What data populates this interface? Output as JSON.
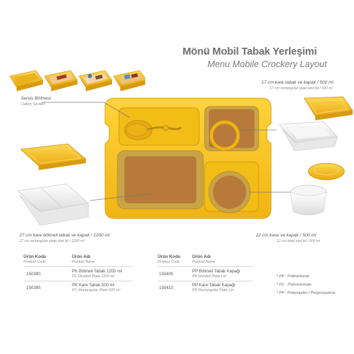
{
  "header": {
    "title_tr": "Mönü Mobil Tabak Yerleşimi",
    "title_en": "Menu Mobile Crockery Layout"
  },
  "labels": {
    "cutlery": {
      "tr": "Servis Bölmesi",
      "en": "Cutlery Section"
    },
    "plate17": {
      "tr": "17 cm kare tabak ve kapak / 500 ml",
      "en": "17 cm rectangular plate and lid / 500 ml"
    },
    "plate27": {
      "tr": "27 cm kare bölmeli tabak ve kapak / 1200 ml",
      "en": "27 cm rectangular plate and lid / 1200 ml"
    },
    "bowl12": {
      "tr": "12 cm kase ve kapak / 500 ml",
      "en": "12 cm bowl and lid / 500 ml"
    }
  },
  "table": {
    "left": {
      "headers": {
        "code_tr": "Ürün Kodu",
        "code_en": "Product Code",
        "name_tr": "Ürün Adı",
        "name_en": "Product Name"
      },
      "rows": [
        {
          "code": "150390",
          "name": "PK Bölmeli Tabak 1200 ml",
          "name_en": "PC Divided Plate 1200 ml"
        },
        {
          "code": "150395",
          "name": "PK Kare Tabak 500 ml",
          "name_en": "PC Rectangular Plate 500 ml"
        }
      ]
    },
    "right": {
      "headers": {
        "code_tr": "Ürün Kodu",
        "code_en": "Product Code",
        "name_tr": "Ürün Adı",
        "name_en": "Product Name"
      },
      "rows": [
        {
          "code": "150405",
          "name": "PP Bölmeli Tabak Kapağı",
          "name_en": "PP Divided Plate Lid"
        },
        {
          "code": "150410",
          "name": "PP Kare Tabak Kapağı",
          "name_en": "PP Rectangular Plate Lid"
        }
      ]
    },
    "materials": [
      "* PK : Polikarbonat",
      "* PC : Policarbonate",
      "* PP : Polipropilen / Polypropylene"
    ]
  },
  "colors": {
    "tray_yellow": "#f6c21c",
    "tray_edge": "#d9a00e",
    "plate_brown": "#b77a3b",
    "rim_olive": "#c9a447"
  }
}
